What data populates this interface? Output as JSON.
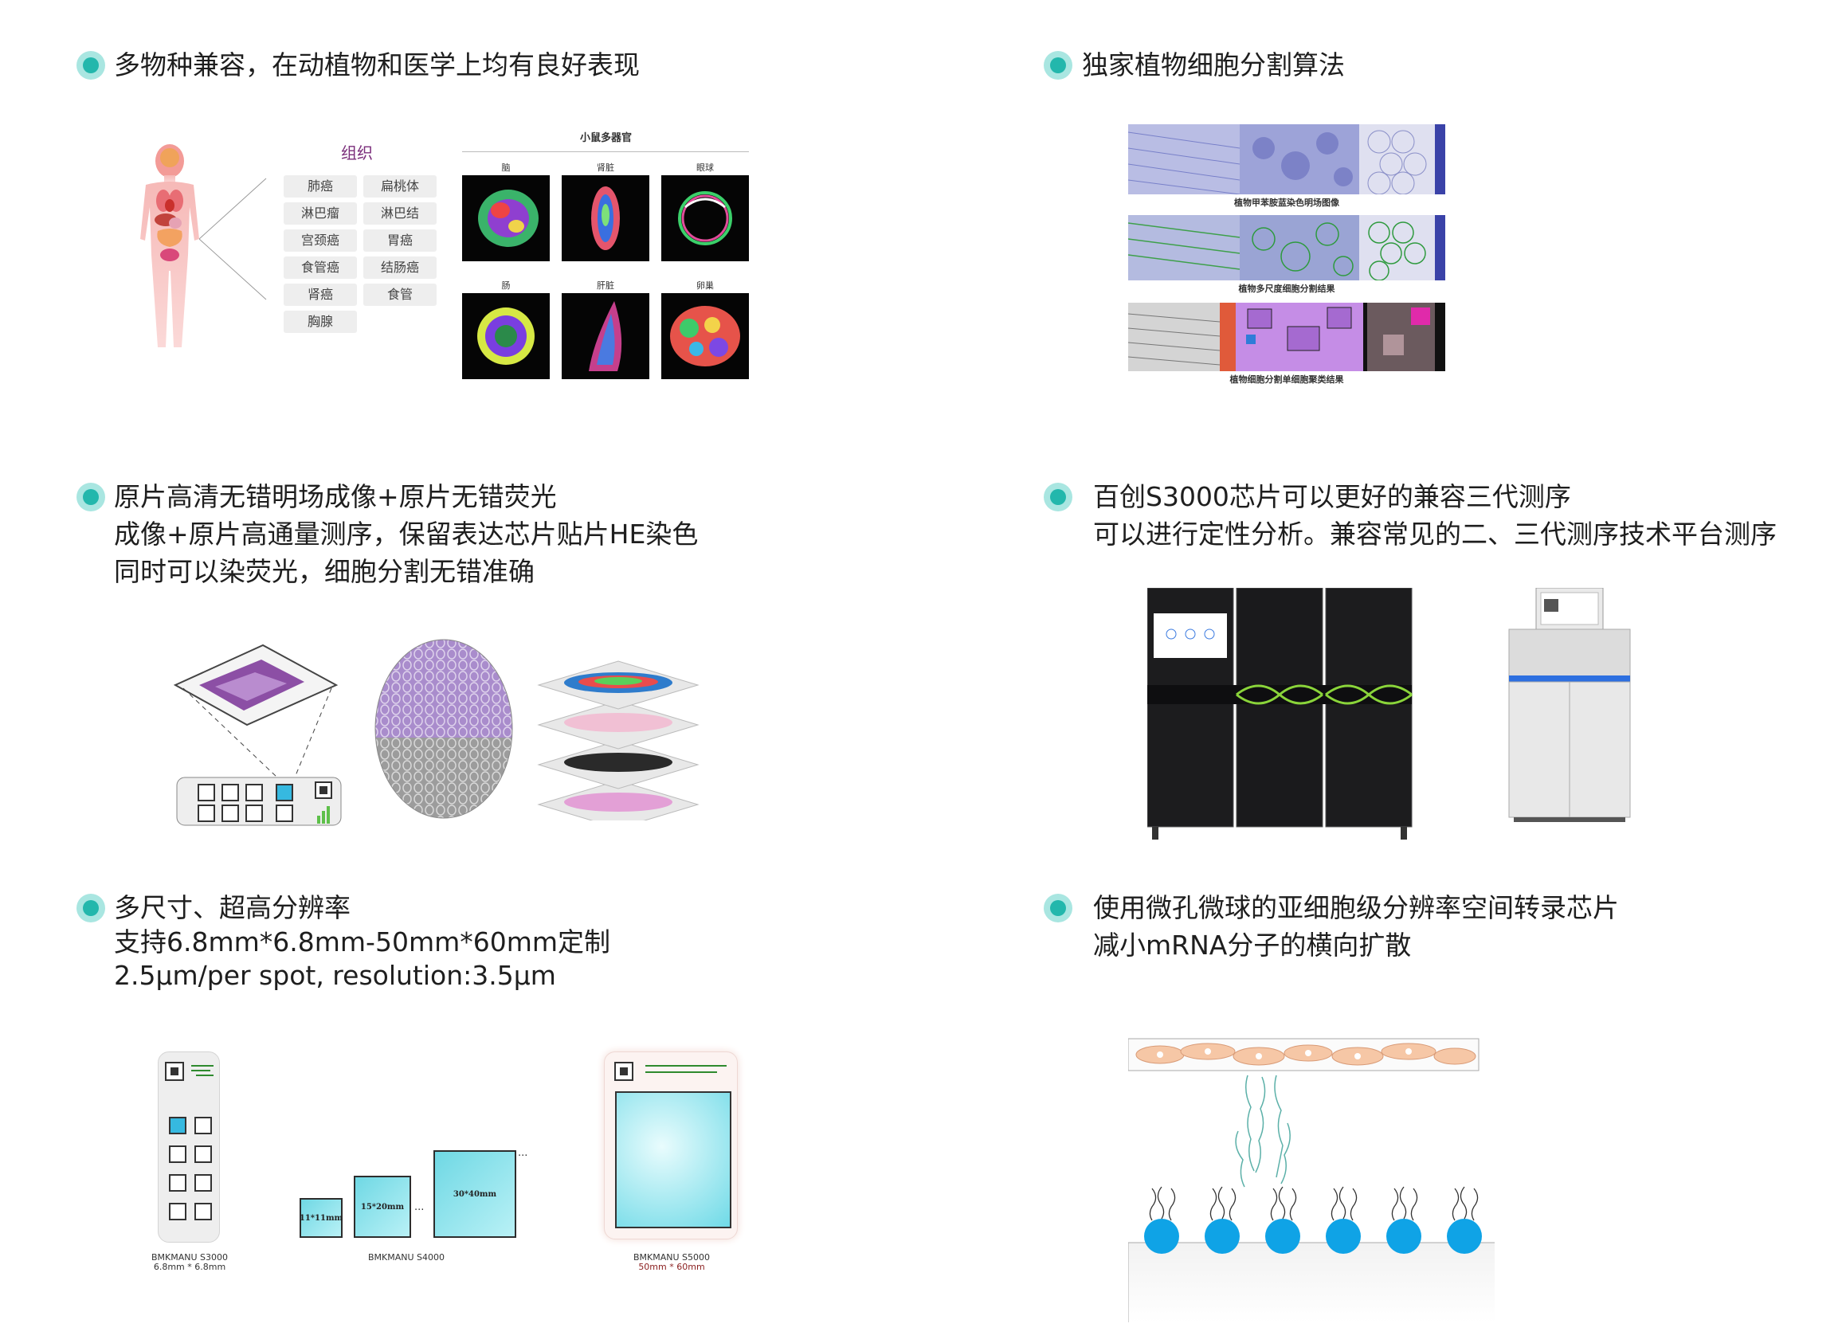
{
  "sections": {
    "s1": {
      "lines": [
        "多物种兼容，在动植物和医学上均有良好表现"
      ]
    },
    "s2": {
      "lines": [
        "独家植物细胞分割算法"
      ]
    },
    "s3": {
      "lines": [
        "原片高清无错明场成像+原片无错荧光",
        "成像+原片高通量测序，保留表达芯片贴片HE染色",
        "同时可以染荧光，细胞分割无错准确"
      ]
    },
    "s4": {
      "lines": [
        "百创S3000芯片可以更好的兼容三代测序",
        "可以进行定性分析。兼容常见的二、三代测序技术平台测序"
      ]
    },
    "s5": {
      "lines": [
        "多尺寸、超高分辨率",
        "支持6.8mm*6.8mm-50mm*60mm定制",
        "2.5μm/per spot, resolution:3.5μm"
      ]
    },
    "s6": {
      "lines": [
        "使用微孔微球的亚细胞级分辨率空间转录芯片",
        "减小mRNA分子的横向扩散"
      ]
    }
  },
  "tissue": {
    "title": "组织",
    "tags": [
      "肺癌",
      "扁桃体",
      "淋巴瘤",
      "淋巴结",
      "宫颈癌",
      "胃癌",
      "食管癌",
      "结肠癌",
      "肾癌",
      "食管",
      "胸腺"
    ]
  },
  "mouse": {
    "title": "小鼠多器官",
    "organs": [
      "脑",
      "肾脏",
      "眼球",
      "肠",
      "肝脏",
      "卵巢"
    ]
  },
  "plant": {
    "captions": [
      "植物甲苯胺蓝染色明场图像",
      "植物多尺度细胞分割结果",
      "植物细胞分割单细胞聚类结果"
    ]
  },
  "chips": {
    "s3000_name": "BMKMANU S3000",
    "s3000_size": "6.8mm * 6.8mm",
    "s4000_name": "BMKMANU S4000",
    "s4000_sizes": [
      "11*11mm",
      "15*20mm",
      "30*40mm"
    ],
    "s5000_name": "BMKMANU S5000",
    "s5000_size": "50mm * 60mm",
    "ellipsis": "..."
  },
  "colors": {
    "accent": "#23b7ac",
    "accent_light": "#a9e6e1",
    "bead": "#0fa3e6",
    "purple": "#7a2d7a"
  }
}
